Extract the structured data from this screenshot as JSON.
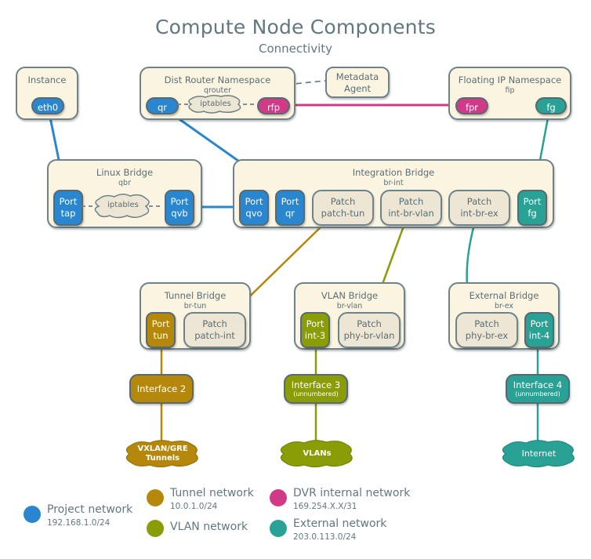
{
  "header": {
    "title": "Compute Node Components",
    "subtitle": "Connectivity"
  },
  "colors": {
    "project": "#2a86cf",
    "tunnel": "#b5870a",
    "vlan": "#8a9c06",
    "dvr": "#d13a87",
    "external": "#29a195",
    "box_fill": "#fbf4e1",
    "patch_fill": "#ede6d4",
    "border": "#6e828a"
  },
  "instance": {
    "name": "Instance",
    "port": "eth0"
  },
  "dist_router": {
    "name": "Dist Router Namespace",
    "sub": "qrouter",
    "port_qr": "qr",
    "iptables": "iptables",
    "port_rfp": "rfp"
  },
  "metadata_agent": {
    "line1": "Metadata",
    "line2": "Agent"
  },
  "floating_ip": {
    "name": "Floating IP Namespace",
    "sub": "fip",
    "port_fpr": "fpr",
    "port_fg": "fg"
  },
  "linux_bridge": {
    "name": "Linux Bridge",
    "sub": "qbr",
    "iptables": "iptables",
    "ports": [
      {
        "type": "Port",
        "name": "tap"
      },
      {
        "type": "Port",
        "name": "qvb"
      }
    ]
  },
  "integration_bridge": {
    "name": "Integration Bridge",
    "sub": "br-int",
    "ports": [
      {
        "type": "Port",
        "name": "qvo"
      },
      {
        "type": "Port",
        "name": "qr"
      },
      {
        "type": "Patch",
        "name": "patch-tun"
      },
      {
        "type": "Patch",
        "name": "int-br-vlan"
      },
      {
        "type": "Patch",
        "name": "int-br-ex"
      },
      {
        "type": "Port",
        "name": "fg"
      }
    ]
  },
  "tunnel_bridge": {
    "name": "Tunnel Bridge",
    "sub": "br-tun",
    "ports": [
      {
        "type": "Port",
        "name": "tun"
      },
      {
        "type": "Patch",
        "name": "patch-int"
      }
    ]
  },
  "vlan_bridge": {
    "name": "VLAN Bridge",
    "sub": "br-vlan",
    "ports": [
      {
        "type": "Port",
        "name": "int-3"
      },
      {
        "type": "Patch",
        "name": "phy-br-vlan"
      }
    ]
  },
  "external_bridge": {
    "name": "External Bridge",
    "sub": "br-ex",
    "ports": [
      {
        "type": "Patch",
        "name": "phy-br-ex"
      },
      {
        "type": "Port",
        "name": "int-4"
      }
    ]
  },
  "interfaces": [
    {
      "name": "Interface 2",
      "note": ""
    },
    {
      "name": "Interface 3",
      "note": "(unnumbered)"
    },
    {
      "name": "Interface 4",
      "note": "(unnumbered)"
    }
  ],
  "clouds": [
    {
      "line1": "VXLAN/GRE",
      "line2": "Tunnels"
    },
    {
      "line1": "VLANs",
      "line2": ""
    },
    {
      "line1": "Internet",
      "line2": ""
    }
  ],
  "legend": [
    {
      "label": "Project network",
      "sub": "192.168.1.0/24",
      "color": "#2a86cf"
    },
    {
      "label": "Tunnel network",
      "sub": "10.0.1.0/24",
      "color": "#b5870a"
    },
    {
      "label": "VLAN network",
      "sub": "",
      "color": "#8a9c06"
    },
    {
      "label": "DVR internal network",
      "sub": "169.254.X.X/31",
      "color": "#d13a87"
    },
    {
      "label": "External network",
      "sub": "203.0.113.0/24",
      "color": "#29a195"
    }
  ]
}
